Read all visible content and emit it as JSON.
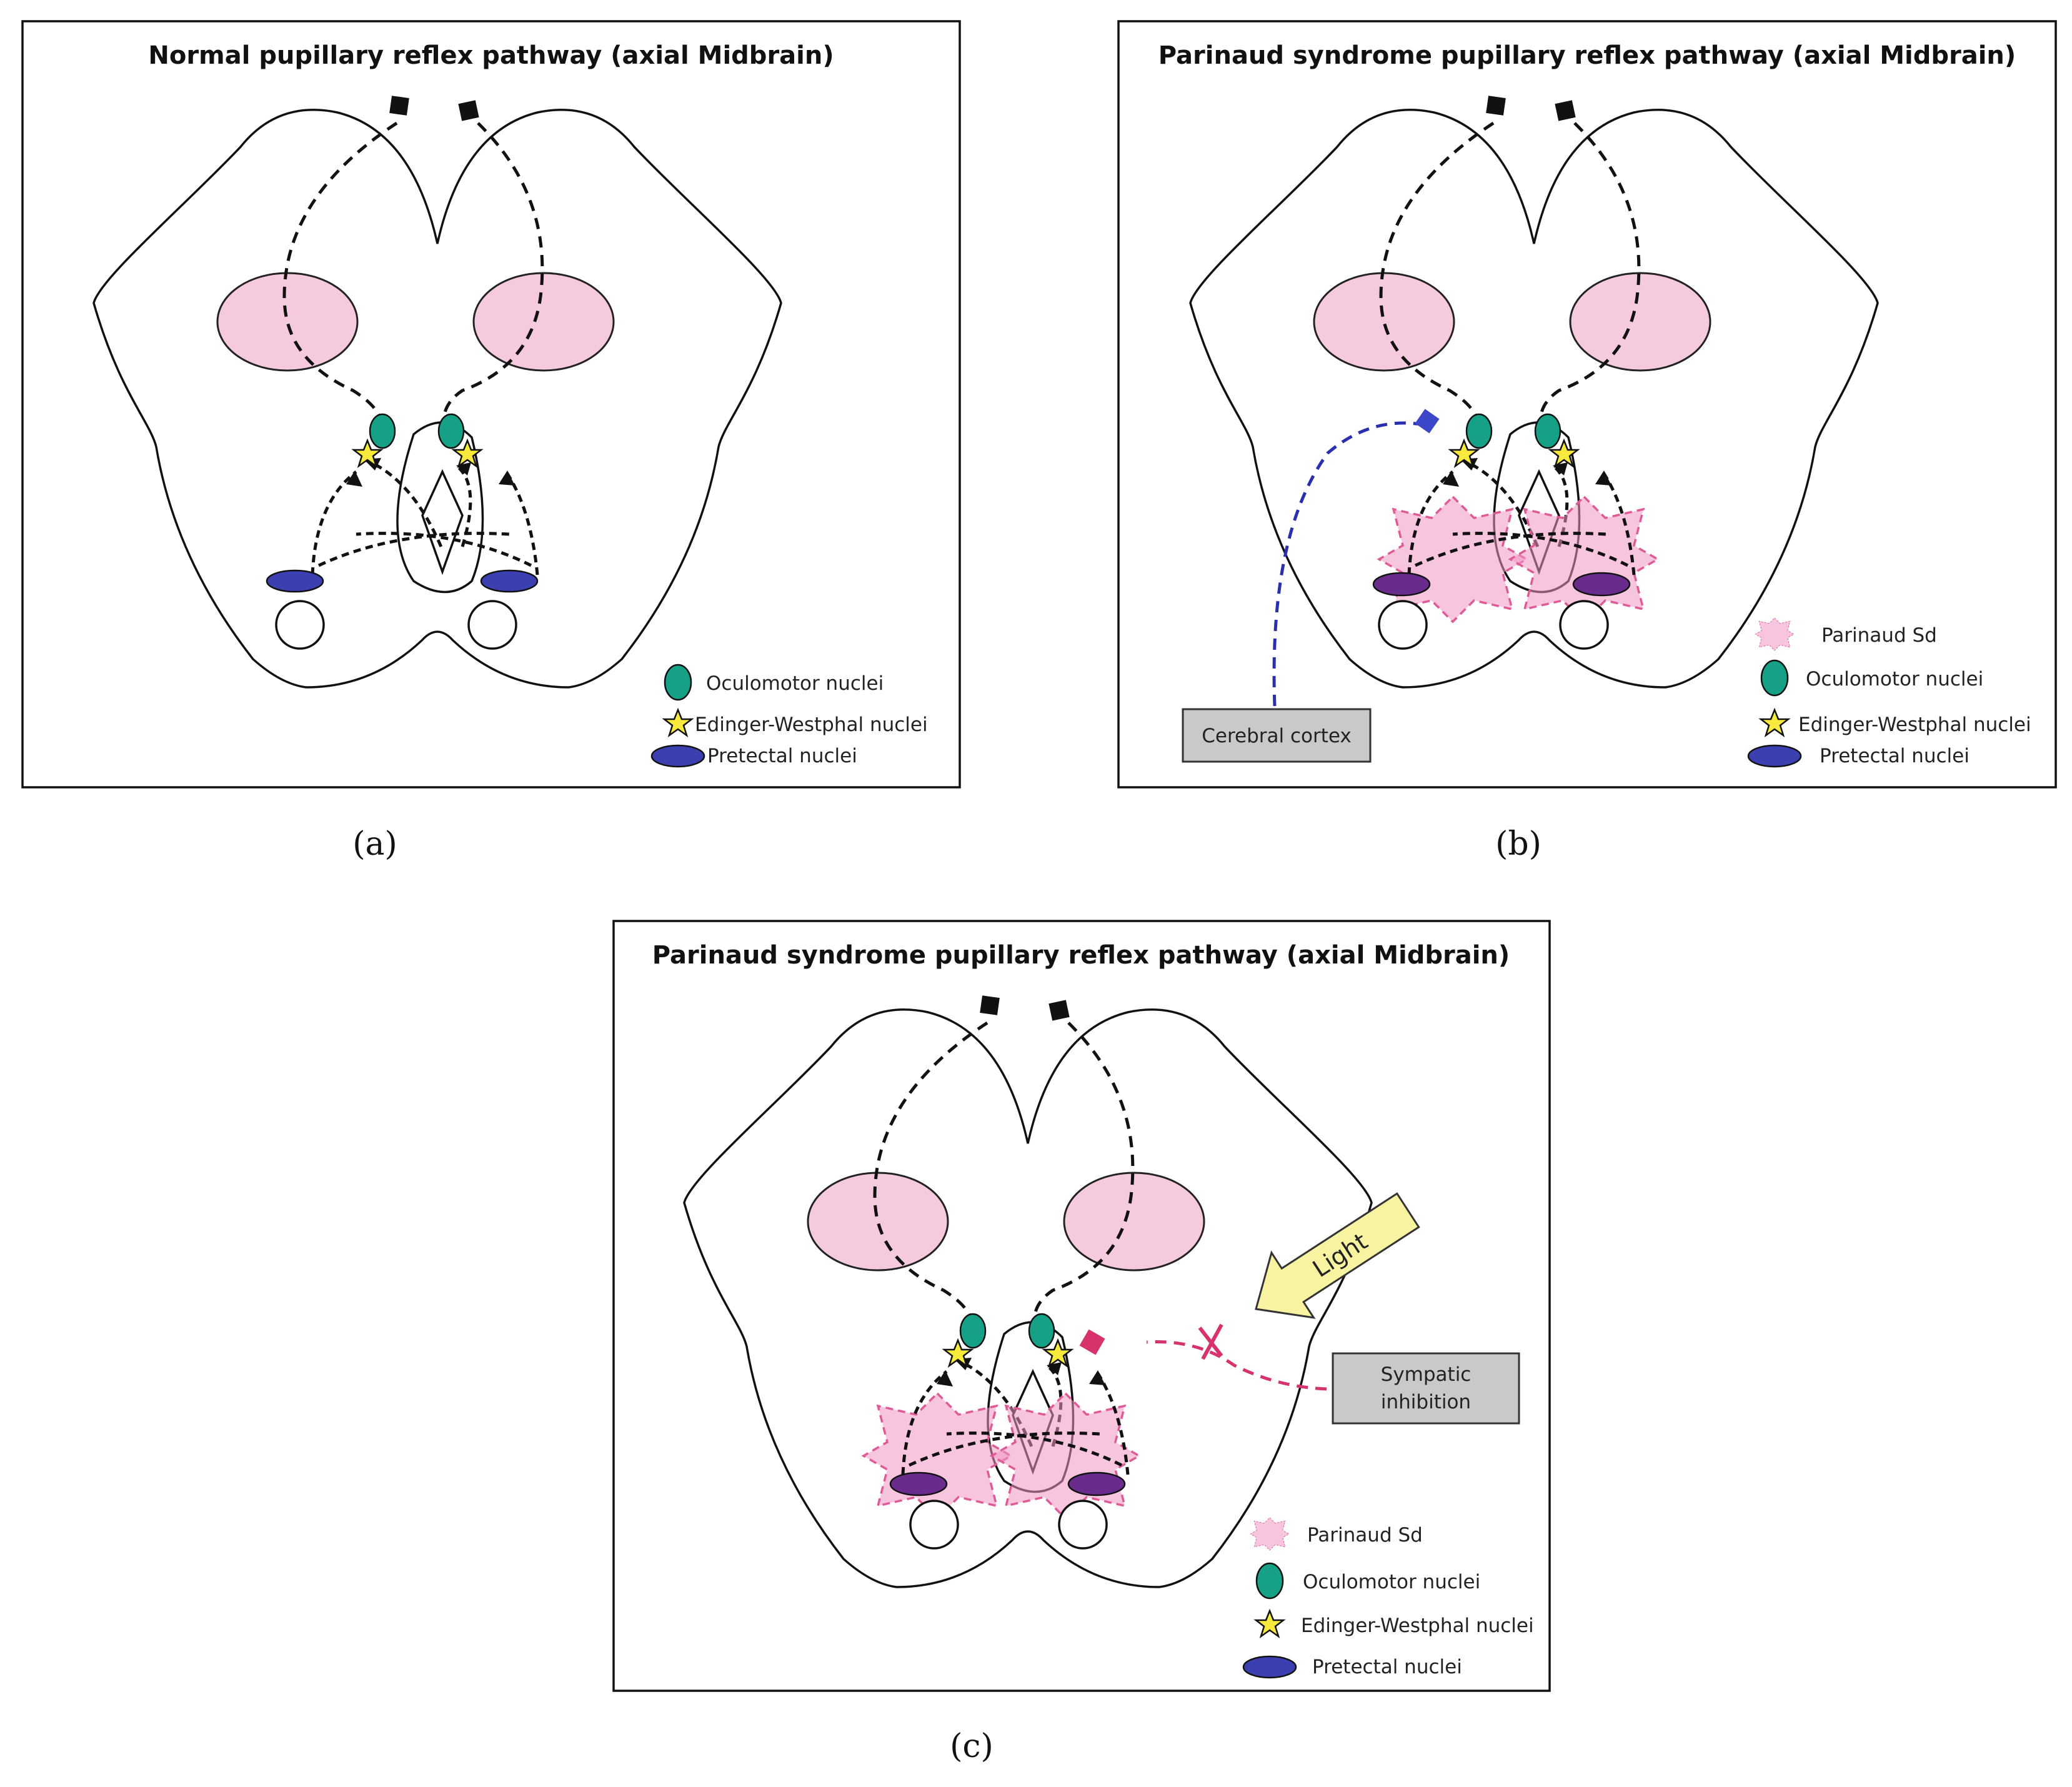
{
  "panels": {
    "a": {
      "title": "Normal pupillary reflex pathway (axial Midbrain)",
      "caption": "(a)",
      "legend": [
        "Oculomotor nuclei",
        "Edinger-Westphal nuclei",
        "Pretectal nuclei"
      ]
    },
    "b": {
      "title": "Parinaud syndrome pupillary reflex pathway (axial Midbrain)",
      "caption": "(b)",
      "legend": [
        "Parinaud Sd",
        "Oculomotor nuclei",
        "Edinger-Westphal nuclei",
        "Pretectal nuclei"
      ],
      "box_label": "Cerebral cortex"
    },
    "c": {
      "title": "Parinaud syndrome pupillary reflex pathway (axial Midbrain)",
      "caption": "(c)",
      "legend": [
        "Parinaud Sd",
        "Oculomotor nuclei",
        "Edinger-Westphal nuclei",
        "Pretectal nuclei"
      ],
      "box_label_line1": "Sympatic",
      "box_label_line2": "inhibition",
      "light_label": "Light"
    }
  },
  "colors": {
    "lens_pink": "#f6cade",
    "oculomotor_green": "#16a085",
    "edinger_yellow": "#f8ea3c",
    "pretectal_blue": "#3b3fb0",
    "cortex_path_blue": "#2a2fb0",
    "sympathetic_path_magenta": "#d6336c",
    "parinaud_pink": "#e05a96"
  }
}
